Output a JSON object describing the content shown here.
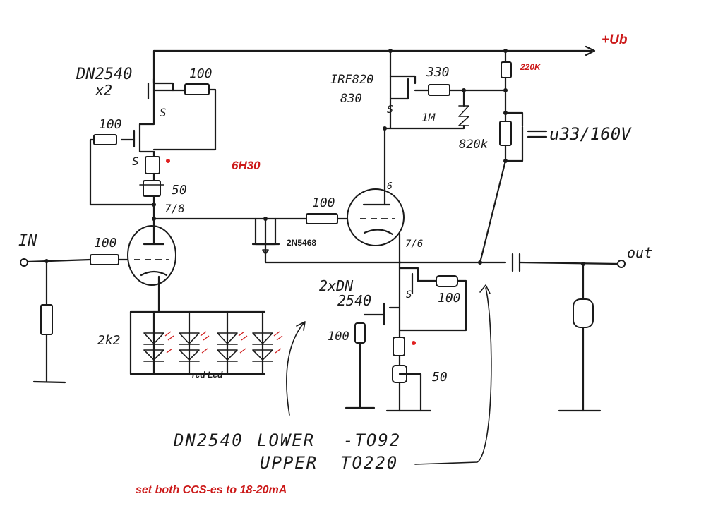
{
  "schematic": {
    "supply_label": "+Ub",
    "tube_label": "6H30",
    "jfet_label": "2N5468",
    "led_label": "red Led",
    "note_ccs": "set both CCS-es to 18-20mA",
    "input_label": "IN",
    "output_label": "out",
    "upper_left_ccs": {
      "device": "DN2540",
      "count": "x2",
      "r_top": "100",
      "r_mid": "100",
      "r_sense": "50",
      "pin_s1": "S",
      "pin_s2": "S"
    },
    "input_stage": {
      "r_grid": "100",
      "r_gnd": "2k2",
      "cathode_pin": "7/8"
    },
    "follower": {
      "mosfet": "IRF820",
      "mosfet_sub": "830",
      "r_gate": "330",
      "r_bias": "1M",
      "r_div": "820k",
      "r_top": "220K",
      "cap": "u33/160V",
      "r_grid": "100",
      "pin_s": "S",
      "pin_a": "6",
      "pin_k": "7/6"
    },
    "lower_ccs": {
      "device": "2xDN",
      "device2": "2540",
      "r_right": "100",
      "r_left": "100",
      "r_sense": "50",
      "pin_s": "S"
    },
    "notes": {
      "line1_a": "DN2540",
      "line1_b": "LOWER",
      "line1_c": "-TO92",
      "line2_a": "UPPER",
      "line2_b": "TO220"
    }
  }
}
